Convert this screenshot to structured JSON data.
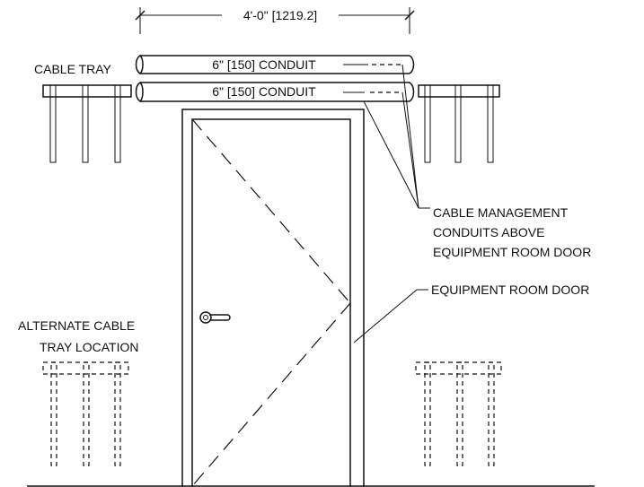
{
  "labels": {
    "dimension": "4'-0\" [1219.2]",
    "conduit_upper": "6\" [150] CONDUIT",
    "conduit_lower": "6\" [150] CONDUIT",
    "cable_tray": "CABLE TRAY",
    "cable_management_line1": "CABLE MANAGEMENT",
    "cable_management_line2": "CONDUITS ABOVE",
    "cable_management_line3": "EQUIPMENT ROOM DOOR",
    "equipment_room_door": "EQUIPMENT ROOM DOOR",
    "alternate_line1": "ALTERNATE CABLE",
    "alternate_line2": "TRAY LOCATION"
  },
  "colors": {
    "line": "#111111",
    "background": "#ffffff"
  }
}
